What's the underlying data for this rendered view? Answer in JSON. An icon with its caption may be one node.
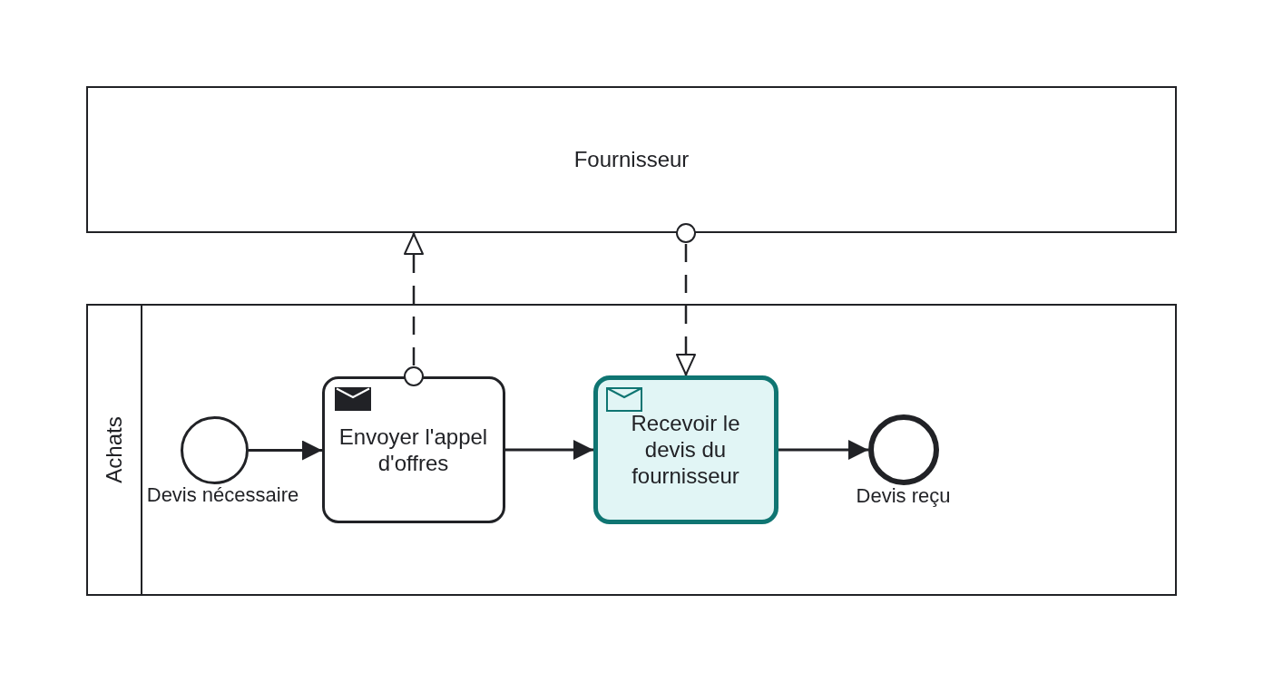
{
  "diagram": {
    "nodes": [
      {
        "text": [
          "Fournisseur"
        ]
      },
      {
        "text": [
          "Achats"
        ]
      },
      {
        "text": [],
        "shape": "circle",
        "in": 1,
        "beside": [
          "Devis nécessaire"
        ]
      },
      {
        "text": [
          "Envoyer l'appel d'offres"
        ],
        "in": 1
      },
      {
        "text": [
          "Recevoir le devis du fournisseur"
        ],
        "in": 1
      },
      {
        "text": [],
        "shape": "circle",
        "in": 1,
        "beside": [
          "Devis reçu"
        ]
      }
    ],
    "edges": [
      {
        "from": 3,
        "to": 0,
        "arrow": "to",
        "style": "dashed"
      },
      {
        "from": 0,
        "to": 4,
        "arrow": "to",
        "style": "dashed"
      },
      {
        "from": 2,
        "to": 3,
        "arrow": "to"
      },
      {
        "from": 3,
        "to": 4,
        "arrow": "to"
      },
      {
        "from": 4,
        "to": 5,
        "arrow": "to"
      }
    ]
  }
}
